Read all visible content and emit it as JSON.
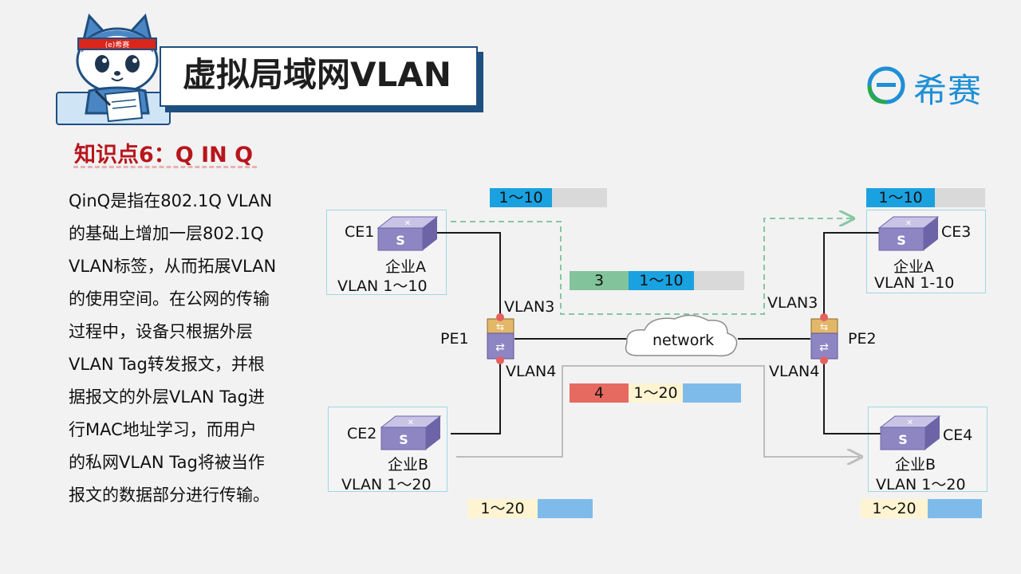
{
  "header": {
    "title": "虚拟局域网VLAN",
    "mascot_badge": "(e)希赛",
    "brand_name": "希赛",
    "accent_color": "#1e4f80",
    "brand_color": "#1f8fd6"
  },
  "knowledge_point": {
    "title": "知识点6：Q IN Q",
    "body_lines": [
      "QinQ是指在802.1Q VLAN",
      "的基础上增加一层802.1Q",
      "VLAN标签，从而拓展VLAN",
      "的使用空间。在公网的传输",
      "过程中，设备只根据外层",
      "VLAN Tag转发报文，并根",
      "据报文的外层VLAN Tag进",
      "行MAC地址学习，而用户",
      "的私网VLAN Tag将被当作",
      "报文的数据部分进行传输。"
    ]
  },
  "diagram": {
    "ce1": {
      "name": "CE1",
      "company": "企业A",
      "vlan": "VLAN 1～10"
    },
    "ce2": {
      "name": "CE2",
      "company": "企业B",
      "vlan": "VLAN 1～20"
    },
    "ce3": {
      "name": "CE3",
      "company": "企业A",
      "vlan": "VLAN 1-10"
    },
    "ce4": {
      "name": "CE4",
      "company": "企业B",
      "vlan": "VLAN 1～20"
    },
    "pe1": {
      "name": "PE1",
      "upper_vlan": "VLAN3",
      "lower_vlan": "VLAN4"
    },
    "pe2": {
      "name": "PE2",
      "upper_vlan": "VLAN3",
      "lower_vlan": "VLAN4"
    },
    "network_label": "network",
    "frames": {
      "a_in": "1～10",
      "a_outer_tag": "3",
      "a_inner_tag": "1～10",
      "a_out": "1～10",
      "b_outer_tag": "4",
      "b_inner_tag": "1～20",
      "b_in": "1～20",
      "b_out": "1～20"
    },
    "colors": {
      "tag_blue": "#1aa1e0",
      "tag_grey": "#d9d9d9",
      "tag_green": "#82c39b",
      "tag_red": "#e66a60",
      "tag_cream": "#fff4d2",
      "tag_lightblue": "#7ebbea",
      "path_green": "#86c7a1",
      "path_grey": "#bdbdbd"
    }
  }
}
